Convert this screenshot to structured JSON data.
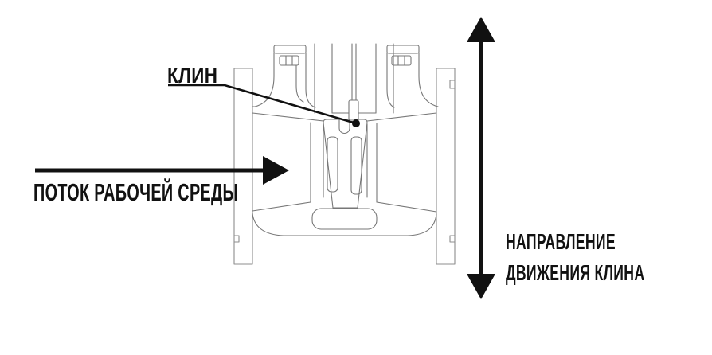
{
  "diagram": {
    "wedge_label": "КЛИН",
    "flow_label": "ПОТОК РАБОЧЕЙ СРЕДЫ",
    "direction_label_line1": "НАПРАВЛЕНИЕ",
    "direction_label_line2": "ДВИЖЕНИЯ КЛИНА",
    "icons": {
      "flow_arrow": "right-arrow",
      "wedge_direction_arrow": "vertical-double-headed-arrow",
      "wedge_pointer": "leader-line-with-dot"
    },
    "colors": {
      "ink": "#111111",
      "linework": "#777777",
      "background": "#ffffff"
    }
  }
}
